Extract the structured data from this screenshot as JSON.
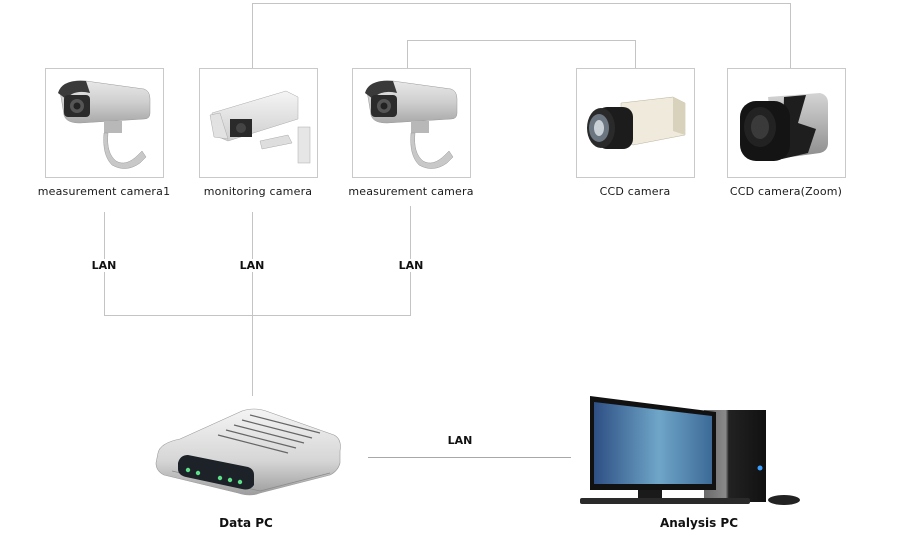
{
  "diagram": {
    "cameras": [
      {
        "id": "cam1",
        "label": "measurement camera1",
        "icon": "bullet-camera-icon"
      },
      {
        "id": "cam2",
        "label": "monitoring camera",
        "icon": "housing-camera-icon"
      },
      {
        "id": "cam3",
        "label": "measurement camera",
        "icon": "bullet-camera-icon"
      },
      {
        "id": "cam4",
        "label": "CCD camera",
        "icon": "ccd-camera-icon"
      },
      {
        "id": "cam5",
        "label": "CCD camera(Zoom)",
        "icon": "ccd-zoom-camera-icon"
      }
    ],
    "links": {
      "lan_cam1": "LAN",
      "lan_cam2": "LAN",
      "lan_cam3": "LAN",
      "lan_pc": "LAN"
    },
    "devices": {
      "data_pc": {
        "label": "Data PC",
        "icon": "router-icon"
      },
      "analysis_pc": {
        "label": "Analysis PC",
        "icon": "desktop-computer-icon"
      }
    },
    "connections": [
      {
        "from": "monitoring camera",
        "to": "CCD camera(Zoom)"
      },
      {
        "from": "measurement camera",
        "to": "CCD camera"
      },
      {
        "from": "measurement camera1",
        "to": "Data PC",
        "via": "LAN"
      },
      {
        "from": "monitoring camera",
        "to": "Data PC",
        "via": "LAN"
      },
      {
        "from": "measurement camera",
        "to": "Data PC",
        "via": "LAN"
      },
      {
        "from": "Data PC",
        "to": "Analysis PC",
        "via": "LAN"
      }
    ]
  }
}
